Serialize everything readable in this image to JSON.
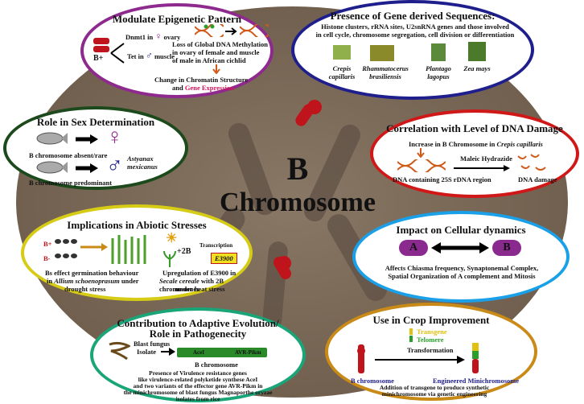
{
  "center": {
    "line1": "B",
    "line2": "Chromosome"
  },
  "epigenetic": {
    "title": "Modulate Epigenetic Pattern",
    "bplus": "B+",
    "dnmt1": "Dnmt1 in",
    "ovary": "ovary",
    "tet": "Tet in",
    "muscle": "muscle",
    "loss1": "Loss of  Global DNA Methylation",
    "loss2": "in ovary of female and muscle",
    "loss3": "of male in African cichlid",
    "change1": "Change in Chromatin Structure",
    "change2": "and",
    "change3": "Gene Expression",
    "color": "#8e2a8e"
  },
  "gene": {
    "title": "Presence of Gene derived Sequences:",
    "sub1": "Histone clusters, rRNA sites, U2snRNA genes and those involved",
    "sub2": "in cell cycle, chromosome segregation, cell division or differentiation",
    "species": [
      {
        "l1": "Crepis",
        "l2": "capillaris"
      },
      {
        "l1": "Rhammatocerus",
        "l2": "brasiliensis"
      },
      {
        "l1": "Plantago",
        "l2": "lagopus"
      },
      {
        "l1": "Zea mays",
        "l2": ""
      }
    ],
    "color": "#1e1e8c"
  },
  "sex": {
    "title": "Role in Sex Determination",
    "absent": "B chromosome absent/rare",
    "predominant": "B chromosome predominant",
    "species": "Astyanax mexicanus",
    "color": "#1c4a1c"
  },
  "dna": {
    "title": "Correlation with Level of DNA Damage",
    "inc": "Increase in B Chromosome in",
    "inc_species": "Crepis capillaris",
    "maleic": "Maleic Hydrazide",
    "containing": "DNA containing 25S rDNA region",
    "damage": "DNA damage",
    "color": "#d01818"
  },
  "abiotic": {
    "title": "Implications in Abiotic Stresses",
    "bplus": "B+",
    "bminus": "B-",
    "germ1": "Bs effect germination behaviour",
    "germ2": "in",
    "germ2i": "Allium schoenoprasum",
    "germ2b": "under",
    "germ3": "drought stress",
    "twob": "+2B",
    "transcription": "Transcription",
    "gene": "E3900",
    "up1": "Upregulation of E3900 in",
    "up2i": "Secale cereale",
    "up2": "with 2B chromosomes",
    "up3": "under heat stress",
    "color": "#d6cc16"
  },
  "cellular": {
    "title": "Impact on Cellular dynamics",
    "a": "A",
    "b": "B",
    "l1": "Affects Chiasma frequency, Synaptonemal Complex,",
    "l2": "Spatial Organization of A complement and Mitosis",
    "color": "#1aa0e8"
  },
  "adaptive": {
    "title1": "Contribution to Adaptive Evolution/",
    "title2": "Role in Pathogenecity",
    "blast1": "Blast fungus",
    "blast2": "Isolate",
    "acel": "AceI",
    "avr": "AVR-Pikm",
    "bchrom": "B chromosome",
    "d1": "Presence of Virulence resistance genes",
    "d2": "like virulence-related polyketide synthese AceI",
    "d3": "and two variants of the effector gene AVR-Pikm in",
    "d4": "the minichromosome of blast fungus Magnaporthe oryzae",
    "d5": "isolates from rice",
    "color": "#1aa578"
  },
  "crop": {
    "title": "Use in Crop Improvement",
    "transgene": "Transgene",
    "telomere": "Telomere",
    "transformation": "Transformation",
    "bchrom": "B chromosome",
    "engineered": "Engineered Minichromosome",
    "d1": "Addition of transgene to produce synthetic",
    "d2": "minichromosome via genetic engineering",
    "color": "#c98a18"
  }
}
